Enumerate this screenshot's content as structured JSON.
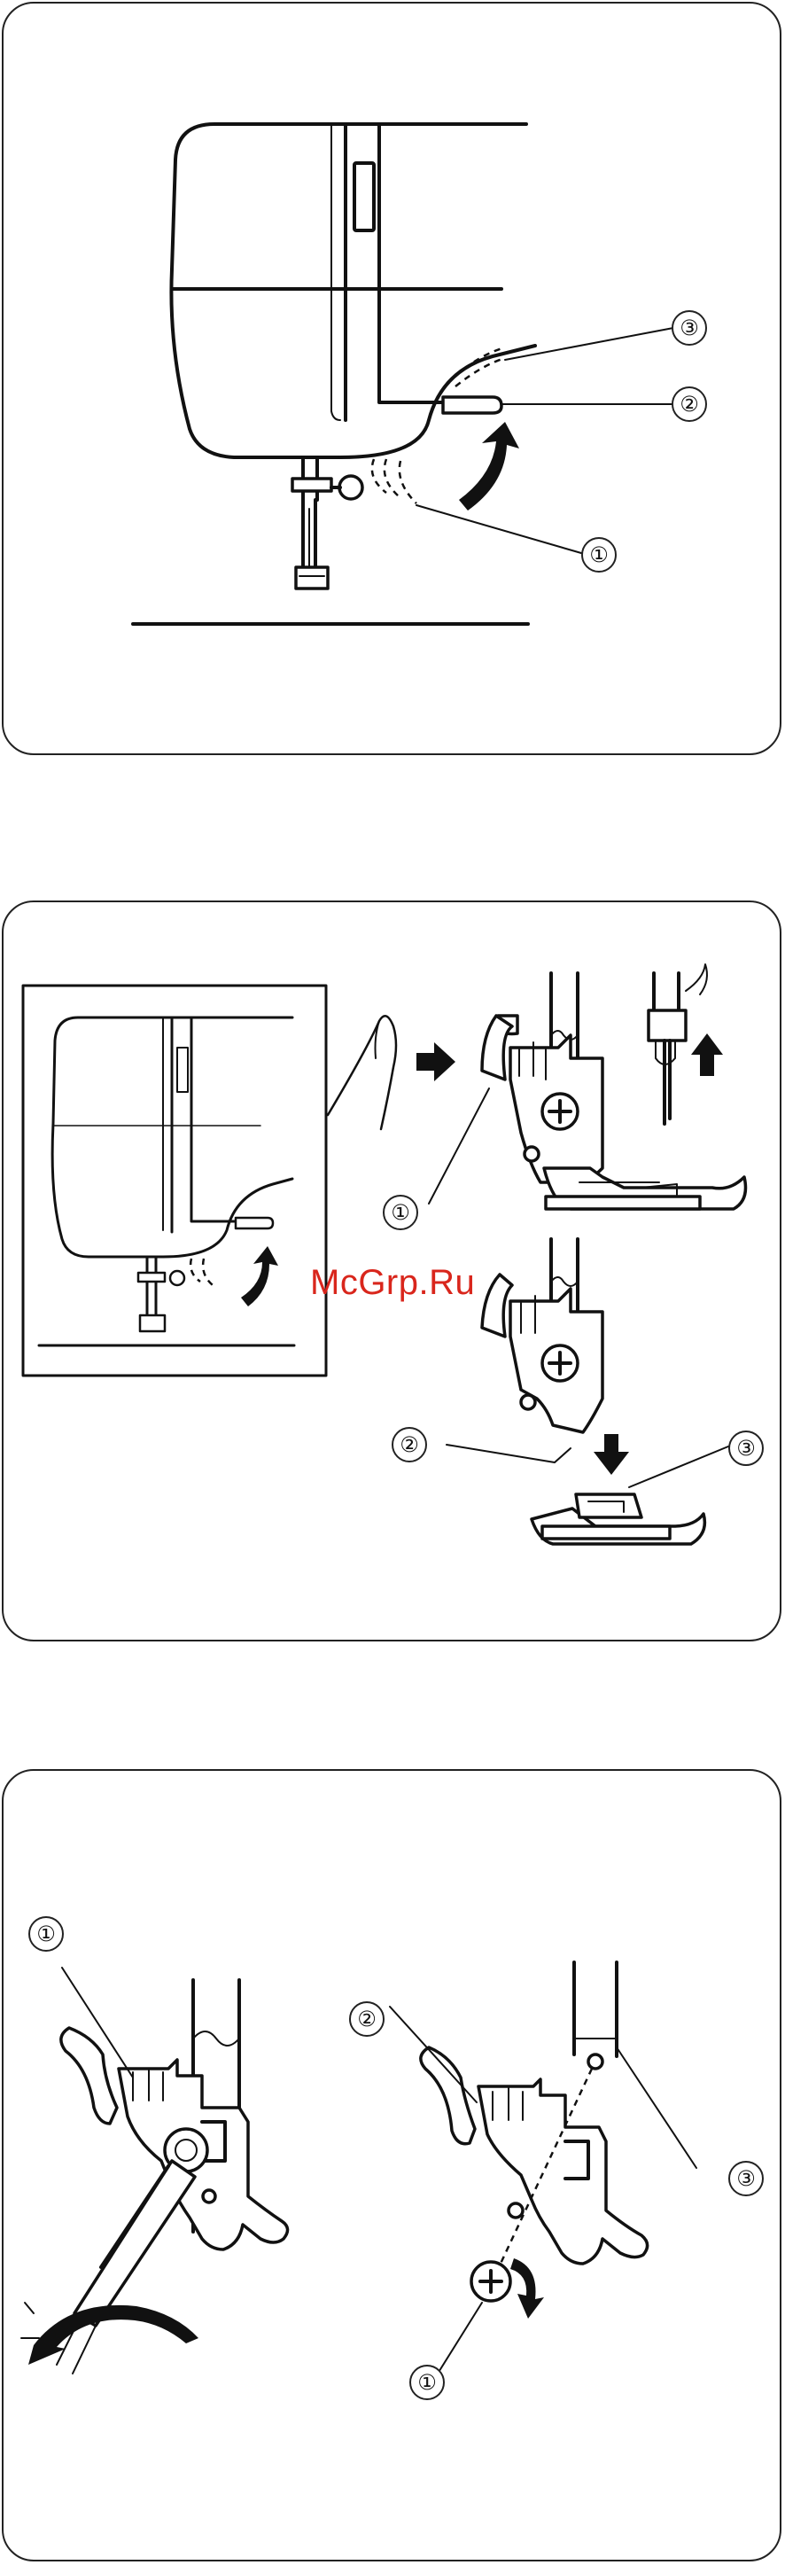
{
  "figure1": {
    "callouts": {
      "c1": "①",
      "c2": "②",
      "c3": "③"
    }
  },
  "figure2": {
    "callouts": {
      "c1": "①",
      "c2": "②",
      "c3": "③"
    }
  },
  "figure3": {
    "callouts": {
      "left_c1": "①",
      "c2": "②",
      "c3": "③",
      "right_c1": "①"
    }
  },
  "watermark": "McGrp.Ru",
  "colors": {
    "line": "#111111",
    "watermark": "#d9261c",
    "background": "#ffffff"
  }
}
